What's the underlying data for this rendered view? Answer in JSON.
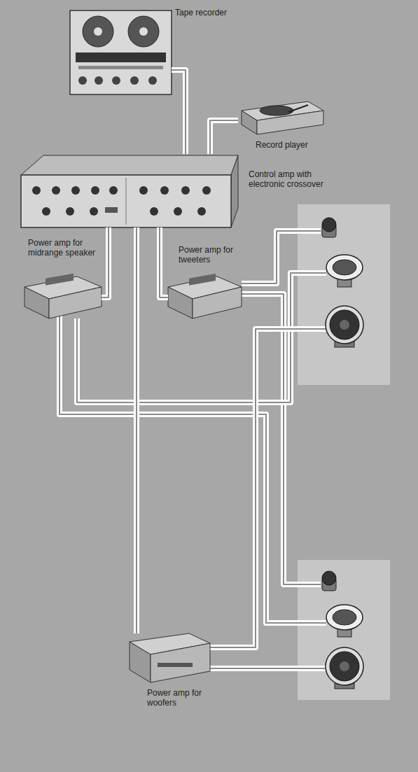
{
  "diagram": {
    "nodes": [
      {
        "text": [
          "Tape recorder"
        ]
      },
      {
        "text": [
          "Record player"
        ]
      },
      {
        "text": [
          "Control amp with electronic crossover"
        ]
      },
      {
        "text": [
          "Power amp for midrange speaker"
        ]
      },
      {
        "text": [
          "Power amp for tweeters"
        ]
      },
      {
        "text": [
          "Power amp for woofers"
        ]
      }
    ],
    "edges": [
      {
        "from": 0,
        "to": 2,
        "arrow": "none"
      },
      {
        "from": 1,
        "to": 2,
        "arrow": "none"
      },
      {
        "from": 2,
        "to": 3,
        "arrow": "none"
      },
      {
        "from": 2,
        "to": 4,
        "arrow": "none"
      },
      {
        "from": 2,
        "to": 5,
        "arrow": "none"
      }
    ]
  }
}
